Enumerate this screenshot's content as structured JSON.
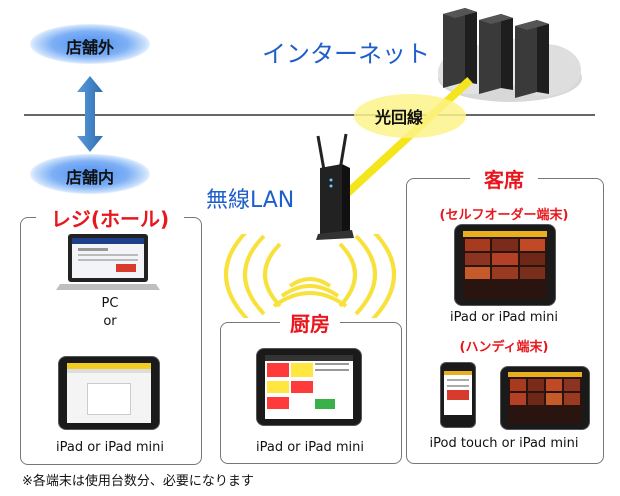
{
  "labels": {
    "outside": "店舗外",
    "inside": "店舗内",
    "internet": "インターネット",
    "fiber": "光回線",
    "wireless": "無線LAN"
  },
  "panels": {
    "register": {
      "title": "レジ(ホール)",
      "pc_caption": "PC",
      "or_caption": "or",
      "ipad_caption": "iPad or iPad mini"
    },
    "kitchen": {
      "title": "厨房",
      "ipad_caption": "iPad or iPad mini"
    },
    "seats": {
      "title": "客席",
      "self_order": "(セルフオーダー端末)",
      "self_order_caption": "iPad or iPad mini",
      "handy": "(ハンディ端末)",
      "handy_caption": "iPod touch or  iPad mini"
    }
  },
  "footnote": "※各端末は使用台数分、必要になります",
  "colors": {
    "red": "#e8171d",
    "blue": "#1f5fcc",
    "fiber_yellow": "#f5e51c",
    "wifi_yellow": "#f7e13a"
  },
  "icons": [
    "server-rack-icon",
    "cloud-icon",
    "router-icon",
    "wifi-wave-icon",
    "updown-arrow-icon",
    "laptop-icon",
    "tablet-icon",
    "phone-icon"
  ]
}
